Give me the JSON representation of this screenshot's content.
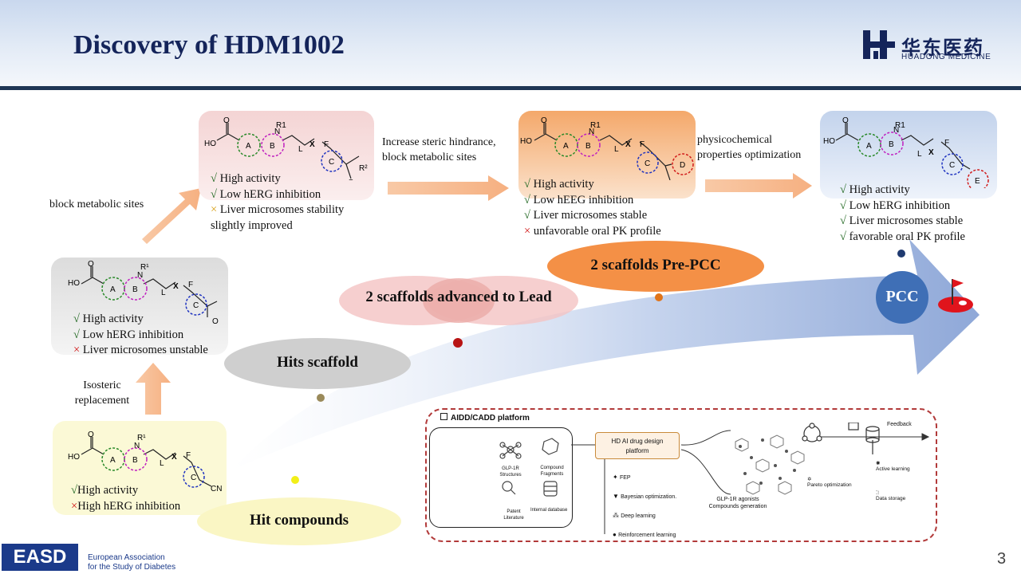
{
  "title": "Discovery of HDM1002",
  "logo": {
    "cn": "华东医药",
    "en": "HUADONG MEDICINE"
  },
  "hit_compounds": {
    "label": "Hit compounds",
    "props": [
      {
        "mark": "√",
        "text": "High activity"
      },
      {
        "mark": "×",
        "text": "High hERG inhibition"
      }
    ]
  },
  "hits_scaffold": {
    "label": "Hits scaffold",
    "props": [
      {
        "mark": "√",
        "text": "High activity"
      },
      {
        "mark": "√",
        "text": "Low hERG inhibition"
      },
      {
        "mark": "×",
        "text": "Liver microsomes unstable"
      }
    ]
  },
  "lead_stage": {
    "props": [
      {
        "mark": "√",
        "text": "High activity"
      },
      {
        "mark": "√",
        "text": "Low hERG inhibition"
      },
      {
        "mark": "×",
        "text": "Liver microsomes  stability"
      }
    ],
    "props_cont": "slightly improved"
  },
  "prepcc_stage": {
    "props": [
      {
        "mark": "√",
        "text": "High activity"
      },
      {
        "mark": "√",
        "text": "Low hEEG inhibition"
      },
      {
        "mark": "√",
        "text": "Liver microsomes stable"
      },
      {
        "mark": "×",
        "text": "unfavorable oral PK profile"
      }
    ]
  },
  "pcc_stage": {
    "label": "PCC",
    "props": [
      {
        "mark": "√",
        "text": "High activity"
      },
      {
        "mark": "√",
        "text": "Low hERG inhibition"
      },
      {
        "mark": "√",
        "text": "Liver microsomes stable"
      },
      {
        "mark": "√",
        "text": "favorable oral PK profile"
      }
    ]
  },
  "arrows": {
    "isosteric": [
      "Isosteric",
      "replacement"
    ],
    "block": "block metabolic sites",
    "steric": [
      "Increase steric hindrance,",
      "block metabolic sites"
    ],
    "physchem": [
      "physicochemical",
      "properties optimization"
    ]
  },
  "ellipses": {
    "lead": "2 scaffolds advanced to Lead",
    "prepcc": "2 scaffolds Pre-PCC"
  },
  "platform": {
    "title": "AIDD/CADD platform",
    "icons": {
      "structures": [
        "GLP-1R",
        "Structures"
      ],
      "fragments": [
        "Compound",
        "Fragments"
      ],
      "patent": [
        "Patent",
        "Literature"
      ],
      "database": "Internal database"
    },
    "center": [
      "HD AI drug design",
      "platform"
    ],
    "methods": [
      "FEP",
      "Bayesian optimization.",
      "Deep learning",
      "Reinforcement learning"
    ],
    "generation": [
      "GLP-1R agonists",
      "Compounds generation"
    ],
    "pareto": "Pareto optimization",
    "feedback": "Feedback",
    "active_learning": "Active learning",
    "data_storage": "Data storage"
  },
  "mol": {
    "ho": "HO",
    "o": "O",
    "n": "N",
    "r1": "R1",
    "r1s": "R¹",
    "f": "F",
    "x": "X",
    "l": "L",
    "a": "A",
    "b": "B",
    "c": "C",
    "d": "D",
    "e": "E",
    "cn": "CN",
    "r2": "R²"
  },
  "footer": {
    "easd": "EASD",
    "org": [
      "European Association",
      "for the Study of Diabetes"
    ],
    "page": "3"
  },
  "colors": {
    "navy": "#14245a",
    "check": "#2a6e2a",
    "cross": "#d11a1a",
    "warn": "#d9a21c",
    "arrow_orange": "#f7b98a",
    "pcc_blue": "#3f6fb6"
  }
}
